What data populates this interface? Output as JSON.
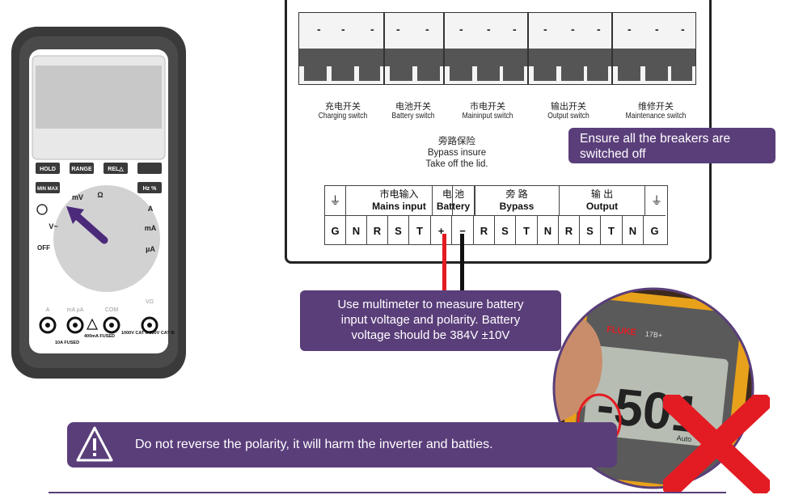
{
  "breakers": [
    {
      "cn": "充电开关",
      "en": "Charging switch"
    },
    {
      "cn": "电池开关",
      "en": "Battery switch"
    },
    {
      "cn": "市电开关",
      "en": "Maininput switch"
    },
    {
      "cn": "输出开关",
      "en": "Output switch"
    },
    {
      "cn": "维修开关",
      "en": "Maintenance switch"
    }
  ],
  "bypass_note": {
    "cn": "旁路保险",
    "en1": "Bypass insure",
    "en2": "Take off the lid."
  },
  "terminal": {
    "groups": [
      {
        "cn": "市电输入",
        "en": "Mains input"
      },
      {
        "cn": "电  池",
        "en": "Battery"
      },
      {
        "cn": "旁    路",
        "en": "Bypass"
      },
      {
        "cn": "输    出",
        "en": "Output"
      }
    ],
    "cells": [
      "G",
      "N",
      "R",
      "S",
      "T",
      "+",
      "−",
      "R",
      "S",
      "T",
      "N",
      "R",
      "S",
      "T",
      "N",
      "G"
    ]
  },
  "callouts": {
    "ensure": "Ensure all the breakers are switched off",
    "measure_l1": "Use multimeter to measure battery",
    "measure_l2": "input voltage and polarity. Battery",
    "measure_l3": "voltage should be 384V ±10V",
    "warning": "Do not reverse the polarity, it will harm the inverter and batties."
  },
  "multimeter": {
    "buttons": [
      "HOLD",
      "RANGE",
      "REL△",
      "",
      "MIN MAX",
      "Hz %"
    ],
    "dial": [
      "OFF",
      "V~",
      "mV",
      "Ω",
      "A",
      "mA",
      "µA"
    ],
    "jacks": [
      "A",
      "mA µA",
      "COM",
      "VΩ"
    ],
    "jack_notes": [
      "10A FUSED",
      "400mA FUSED",
      "1000V CAT II 600V CAT III"
    ]
  },
  "photo": {
    "brand": "FLUKE",
    "model": "17B+",
    "reading": "-501",
    "mode": "Auto"
  },
  "colors": {
    "purple": "#5a3e7a",
    "red": "#e31b23",
    "meter_body": "#3b3b3b"
  }
}
